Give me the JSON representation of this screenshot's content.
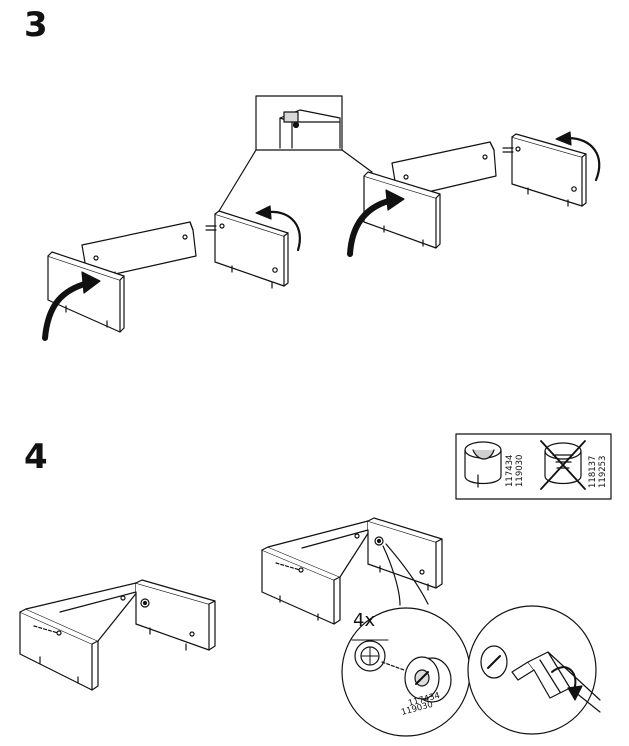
{
  "steps": [
    {
      "number": "3"
    },
    {
      "number": "4"
    }
  ],
  "fitting_legend": {
    "correct_part_codes": [
      "117434",
      "119030"
    ],
    "wrong_part_codes": [
      "118137",
      "119253"
    ]
  },
  "detail": {
    "quantity": "4x",
    "part_codes": [
      "117434",
      "119030"
    ]
  },
  "icons": {
    "rotate_arrow": "curved-arrow-icon",
    "cam_lock": "cam-lock-icon",
    "screwdriver": "screwdriver-icon",
    "crossed_out": "wrong-part-icon"
  }
}
